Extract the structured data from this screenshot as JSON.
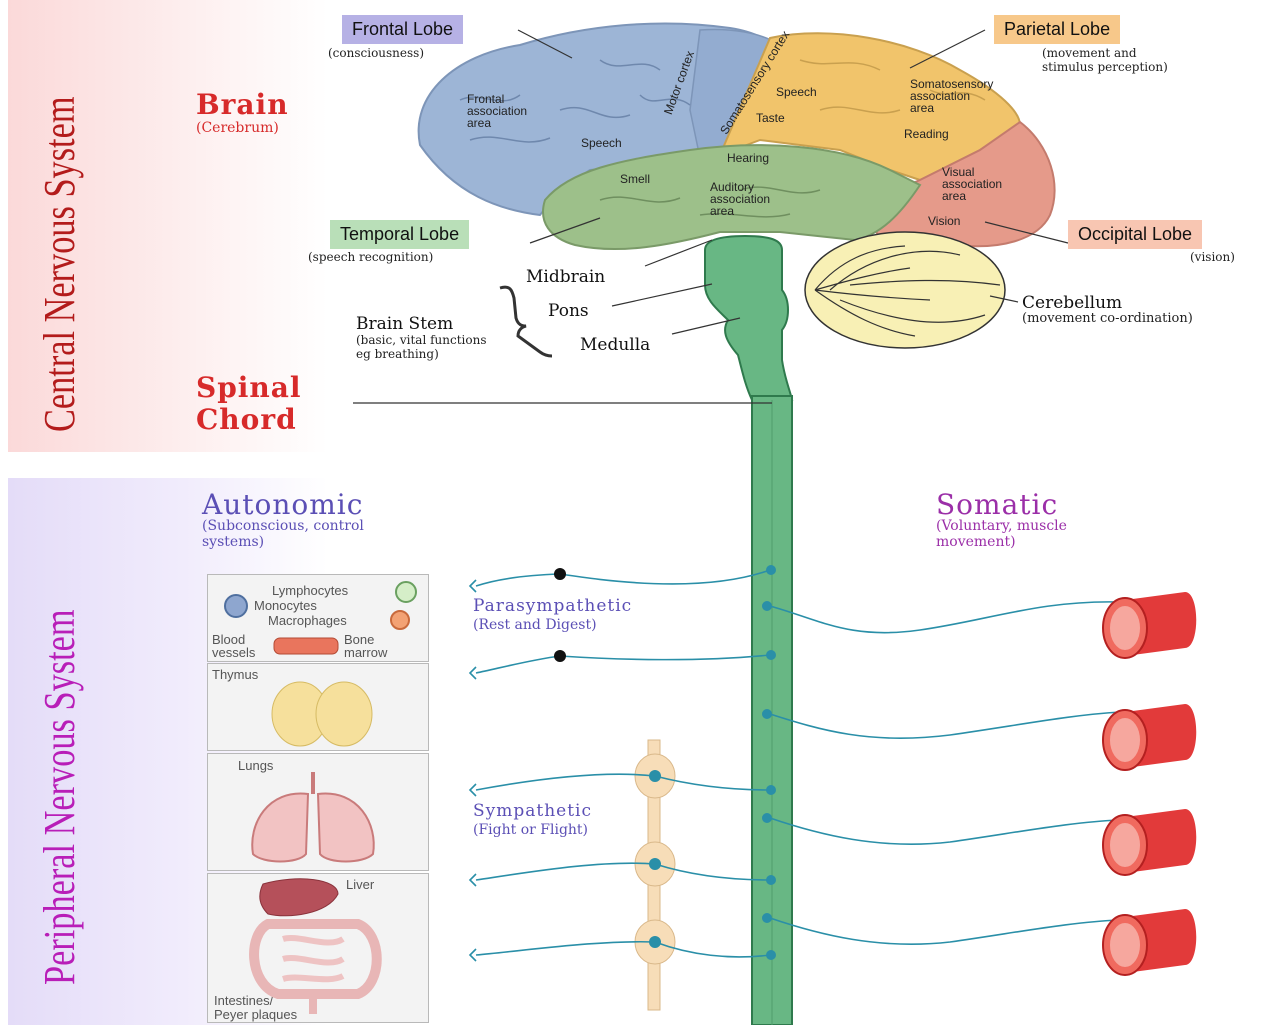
{
  "side_titles": {
    "cns": "Central Nervous System",
    "pns": "Peripheral Nervous System"
  },
  "brain": {
    "title": "Brain",
    "subtitle": "(Cerebrum)"
  },
  "spinal": {
    "line1": "Spinal",
    "line2": "Chord"
  },
  "lobes": {
    "frontal": {
      "name": "Frontal Lobe",
      "desc": "(consciousness)",
      "color": "#b6b1e5"
    },
    "parietal": {
      "name": "Parietal Lobe",
      "desc1": "(movement and",
      "desc2": "stimulus perception)",
      "color": "#f7c88a"
    },
    "temporal": {
      "name": "Temporal Lobe",
      "desc": "(speech recognition)",
      "color": "#b9dfb8"
    },
    "occipital": {
      "name": "Occipital Lobe",
      "desc": "(vision)",
      "color": "#f8c6b2"
    }
  },
  "brain_areas": {
    "frontal_assoc": [
      "Frontal",
      "association",
      "area"
    ],
    "speech_front": "Speech",
    "motor_cortex": "Motor cortex",
    "somatosensory_cortex": "Somatosensory cortex",
    "speech_top": "Speech",
    "taste": "Taste",
    "soma_assoc": [
      "Somatosensory",
      "association",
      "area"
    ],
    "reading": "Reading",
    "hearing": "Hearing",
    "smell": "Smell",
    "auditory_assoc": [
      "Auditory",
      "association",
      "area"
    ],
    "visual_assoc": [
      "Visual",
      "association",
      "area"
    ],
    "vision": "Vision"
  },
  "brainstem": {
    "midbrain": "Midbrain",
    "pons": "Pons",
    "medulla": "Medulla",
    "title": "Brain Stem",
    "desc1": "(basic, vital functions",
    "desc2": "eg breathing)"
  },
  "cerebellum": {
    "name": "Cerebellum",
    "desc": "(movement co-ordination)"
  },
  "autonomic": {
    "title": "Autonomic",
    "sub1": "(Subconscious, control",
    "sub2": "systems)"
  },
  "somatic": {
    "title": "Somatic",
    "sub1": "(Voluntary, muscle",
    "sub2": "movement)"
  },
  "parasympathetic": {
    "title": "Parasympathetic",
    "sub": "(Rest and Digest)"
  },
  "sympathetic": {
    "title": "Sympathetic",
    "sub": "(Fight or Flight)"
  },
  "organs": {
    "lymphocytes": "Lymphocytes",
    "monocytes": "Monocytes",
    "macrophages": "Macrophages",
    "blood": "Blood",
    "vessels": "vessels",
    "bone": "Bone",
    "marrow": "marrow",
    "thymus": "Thymus",
    "lungs": "Lungs",
    "liver": "Liver",
    "intestines1": "Intestines/",
    "intestines2": "Peyer plaques"
  },
  "colors": {
    "cns_title": "#b31b1b",
    "pns_title": "#b81eb8",
    "brain_label": "#d72a2a",
    "autonomic": "#5b4fb5",
    "somatic": "#9b2fa8",
    "spinal_cord": "#4aab7c",
    "nerve": "#2a8fa8",
    "muscle": "#e23a3a"
  }
}
